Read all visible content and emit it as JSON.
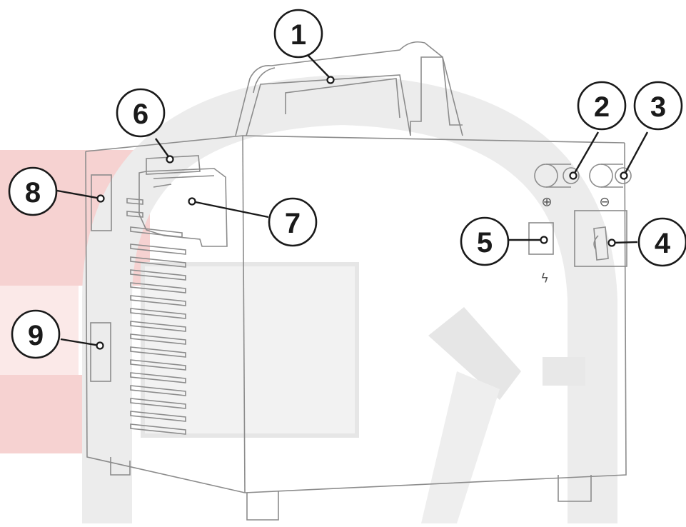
{
  "figure": {
    "callouts": [
      {
        "id": "1",
        "label": "1"
      },
      {
        "id": "2",
        "label": "2"
      },
      {
        "id": "3",
        "label": "3"
      },
      {
        "id": "4",
        "label": "4"
      },
      {
        "id": "5",
        "label": "5"
      },
      {
        "id": "6",
        "label": "6"
      },
      {
        "id": "7",
        "label": "7"
      },
      {
        "id": "8",
        "label": "8"
      },
      {
        "id": "9",
        "label": "9"
      }
    ],
    "terminal_symbols": {
      "positive": "⊕",
      "negative": "⊖",
      "switch": "ϟ"
    },
    "colors": {
      "line": "#8c8c8c",
      "callout_stroke": "#1a1a1a",
      "watermark_red": "#f3c9c8",
      "watermark_grey": "#e9e9e9"
    },
    "watermark_icon": "welding-torch-icon"
  }
}
